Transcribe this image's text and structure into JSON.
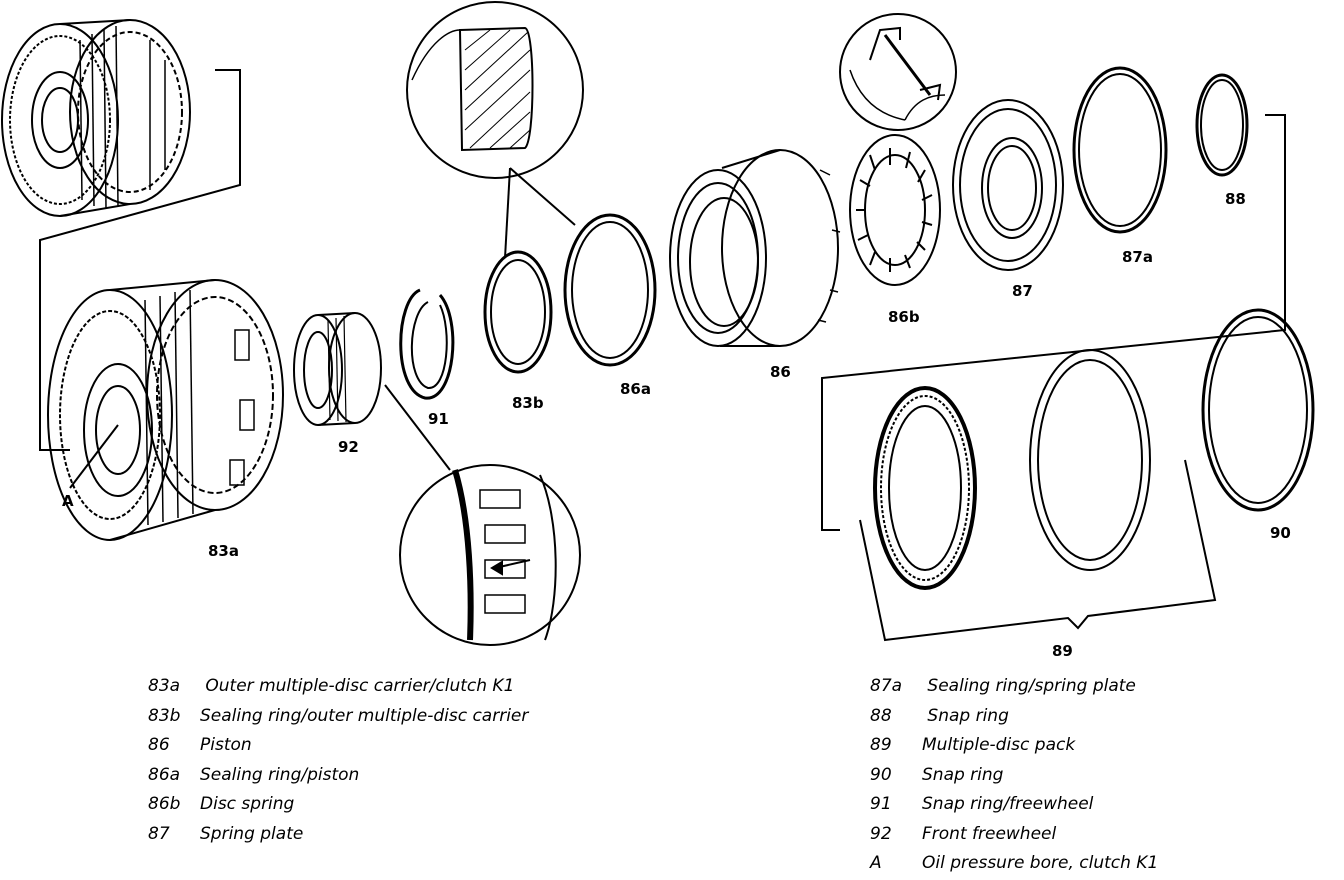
{
  "labels": {
    "83a": "83a",
    "83b": "83b",
    "86": "86",
    "86a": "86a",
    "86b": "86b",
    "87": "87",
    "87a": "87a",
    "88": "88",
    "89": "89",
    "90": "90",
    "91": "91",
    "92": "92",
    "A": "A"
  },
  "legend_left": [
    {
      "code": "83a",
      "text": " Outer multiple-disc carrier/clutch K1"
    },
    {
      "code": "83b",
      "text": "Sealing ring/outer multiple-disc carrier"
    },
    {
      "code": "86",
      "text": "Piston"
    },
    {
      "code": "86a",
      "text": "Sealing ring/piston"
    },
    {
      "code": "86b",
      "text": "Disc spring"
    },
    {
      "code": "87",
      "text": "Spring plate"
    }
  ],
  "legend_right": [
    {
      "code": "87a",
      "text": " Sealing ring/spring plate"
    },
    {
      "code": "88",
      "text": " Snap ring"
    },
    {
      "code": "89",
      "text": "Multiple-disc pack"
    },
    {
      "code": "90",
      "text": "Snap ring"
    },
    {
      "code": "91",
      "text": "Snap ring/freewheel"
    },
    {
      "code": "92",
      "text": "Front freewheel"
    },
    {
      "code": "A",
      "text": "Oil pressure bore, clutch K1"
    }
  ]
}
